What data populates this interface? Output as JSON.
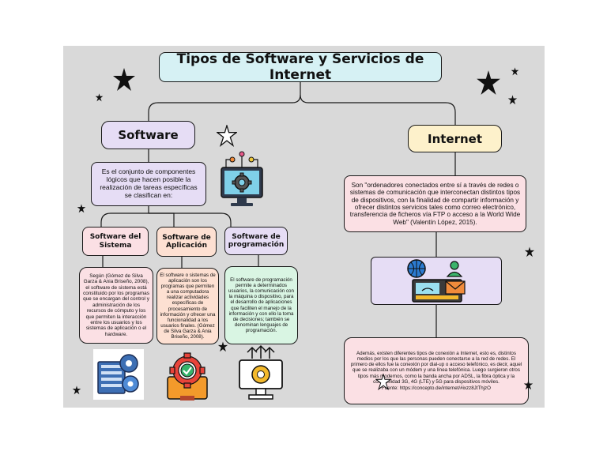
{
  "title": "Tipos de Software y Servicios de Internet",
  "software": {
    "heading": "Software",
    "description": "Es el conjunto de componentes lógicos que hacen posible la realización de tareas específicas se clasifican en:",
    "types": [
      {
        "label": "Software del Sistema",
        "text": "Según (Gómez de Silva Garza & Ania Briseño, 2008), el software de sistema está constituido por los programas que se encargan del control y administración de los recursos de cómputo y los que permiten la interacción entre los usuarios y los sistemas de aplicación o el hardware."
      },
      {
        "label": "Software de Aplicación",
        "text": "El software o sistemas de aplicación son los programas que permiten a una computadora realizar actividades específicas de procesamiento de información y ofrecer una funcionalidad a los usuarios finales. (Gómez de Silva Garza & Ania Briseño, 2008)."
      },
      {
        "label": "Software de programación",
        "text": "El software de programación permite a determinados usuarios, la comunicación con la máquina o dispositivo, para el desarrollo de aplicaciones que faciliten el manejo de la información y con ello la toma de decisiones; también se denominan lenguajes de programación."
      }
    ]
  },
  "internet": {
    "heading": "Internet",
    "definition": "Son \"ordenadores conectados entre sí a través de redes o sistemas de comunicación que interconectan distintos tipos de dispositivos, con la finalidad de compartir información y ofrecer distintos servicios tales como correo electrónico, transferencia de ficheros vía FTP o acceso a la World Wide Web\" (Valentín López, 2015).",
    "connection_text": "Además, existen diferentes tipos de conexión a Internet, esto es, distintos medios por los que las personas pueden conectarse a la red de redes. El primero de ellos fue la conexión por dial-up o acceso telefónico, es decir, aquel que se realizaba con un módem y una línea telefónica. Luego surgieron otros tipos más modernos, como la banda ancha por ADSL, la fibra óptica y la conectividad 3G, 4G (LTE) y 5G para dispositivos móviles.",
    "source": "Fuente: https://concepto.de/internet/#ixzz8JtThjzO"
  },
  "colors": {
    "poster_bg": "#d9d9d9",
    "title_box": "#d6f1f4",
    "lavender": "#e6ddf5",
    "pink": "#fbe0e4",
    "peach": "#fde0d2",
    "mint": "#d9f5e3",
    "yellow": "#fdf1cb"
  },
  "icons": [
    "star-icon",
    "gear-monitor-icon",
    "computer-gears-icon",
    "check-gear-icon",
    "monitor-gear-upload-icon",
    "internet-computer-icon"
  ]
}
